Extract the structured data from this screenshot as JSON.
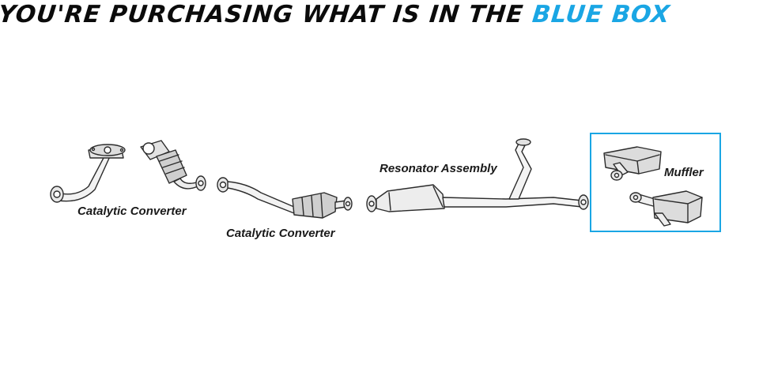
{
  "headline": {
    "text": "YOU'RE PURCHASING WHAT IS IN THE ",
    "accent_text": "BLUE BOX",
    "accent_color": "#1aa6e4"
  },
  "parts": [
    {
      "label": "Catalytic Converter"
    },
    {
      "label": "Catalytic Converter"
    },
    {
      "label": "Resonator Assembly"
    },
    {
      "label": "Muffler"
    }
  ],
  "selection": {
    "part": "Muffler",
    "color": "#1aa6e4"
  }
}
